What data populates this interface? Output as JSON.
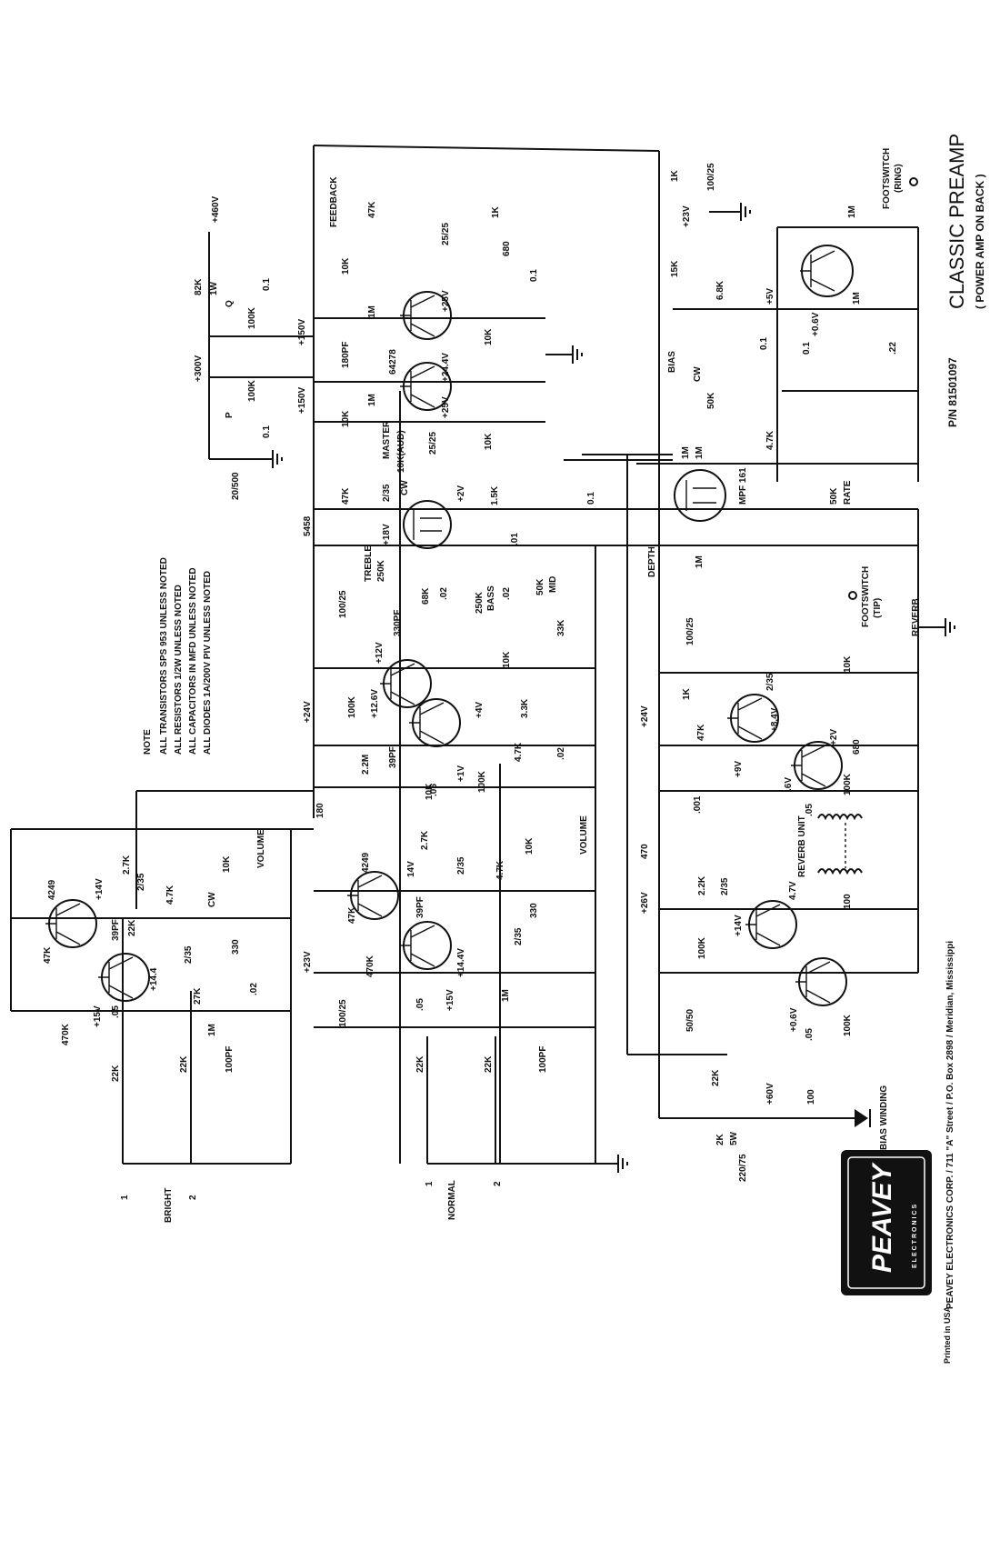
{
  "title_block": {
    "title": "CLASSIC PREAMP",
    "subtitle": "( POWER AMP ON BACK )",
    "part_number": "P/N 81501097",
    "company_line": "PEAVEY ELECTRONICS CORP. / 711 \"A\" Street / P.O. Box 2898 / Meridian, Mississippi",
    "printed": "Printed in USA"
  },
  "logo": {
    "brand": "PEAVEY",
    "sub": "ELECTRONICS"
  },
  "notes": {
    "heading": "NOTE",
    "lines": [
      "ALL TRANSISTORS SPS 953 UNLESS NOTED",
      "ALL RESISTORS 1/2W UNLESS NOTED",
      "ALL CAPACITORS IN MFD UNLESS NOTED",
      "ALL DIODES 1A/200V PIV UNLESS NOTED"
    ]
  },
  "supply_labels": {
    "v460": "+460V",
    "v300": "+300V",
    "v150a": "+150V",
    "v150b": "+150V",
    "r82k": "82K",
    "w1": "1W",
    "q": "Q",
    "p": "P",
    "r100k_a": "100K",
    "r100k_b": "100K",
    "c01_a": "0.1",
    "c01_b": "0.1",
    "c20_500": "20/500",
    "feedback": "FEEDBACK",
    "r47k_fb": "47K",
    "v24": "+24V",
    "v24b": "+24V",
    "v23": "+23V",
    "v26": "+26V",
    "v60": "+60V",
    "r180": "180",
    "r470": "470",
    "r2k": "2K",
    "w5": "5W",
    "r100": "100",
    "c220_75": "220/75",
    "bias_winding": "BIAS WINDING",
    "n5458": "5458"
  },
  "tube_section": {
    "r10k_a": "10K",
    "r10k_b": "10K",
    "r1m_a": "1M",
    "r1m_b": "1M",
    "c180pf": "180PF",
    "q64278": "64278",
    "v25a": "+25V",
    "v25b": "+25V",
    "v244": "+24.4V",
    "c25_25a": "25/25",
    "c25_25b": "25/25",
    "r1k": "1K",
    "r680": "680",
    "c01": "0.1",
    "r10k_c": "10K",
    "r10k_d": "10K",
    "master": "MASTER",
    "master_val": "10K(AUD)",
    "cw": "CW",
    "r47k": "47K",
    "c2_35": "2/35",
    "v2": "+2V",
    "r1_5k": "1.5K",
    "v18": "+18V",
    "c0_1b": "0.1",
    "c01c": ".01"
  },
  "tone_stack": {
    "treble": "TREBLE",
    "treble_val": "250K",
    "c330pf": "330PF",
    "r68k": "68K",
    "c02a": ".02",
    "bass_val": "250K",
    "bass": "BASS",
    "c02b": ".02",
    "mid_val": "50K",
    "mid": "MID",
    "r33k": "33K",
    "c100_25": "100/25",
    "v12": "+12V",
    "r10k": "10K",
    "r100k": "100K",
    "v12_6": "+12.6V",
    "v4": "+4V",
    "r3_3k": "3.3K",
    "r2_2m": "2.2M",
    "c39pf": "39PF",
    "r4_7k": "4.7K",
    "c02c": ".02",
    "v1": "+1V",
    "r100k_b": "100K",
    "c05": ".05"
  },
  "normal_channel": {
    "label": "NORMAL",
    "in1": "1",
    "in2": "2",
    "r22k_a": "22K",
    "r22k_b": "22K",
    "c100pf": "100PF",
    "r1m": "1M",
    "c05": ".05",
    "v15": "+15V",
    "r470k": "470K",
    "v14_4": "+14.4V",
    "r47k": "47K",
    "q4249": "4249",
    "c39pf": "39PF",
    "v14": "14V",
    "r2_7k": "2.7K",
    "c2_35a": "2/35",
    "c2_35b": "2/35",
    "r4_7k": "4.7K",
    "r330": "330",
    "volume": "VOLUME",
    "vol_val": "10K",
    "r10k": "10K",
    "c100_25": "100/25"
  },
  "bright_channel": {
    "label": "BRIGHT",
    "in1": "1",
    "in2": "2",
    "r22k_a": "22K",
    "r22k_b": "22K",
    "c100pf": "100PF",
    "r1m": "1M",
    "c05": ".05",
    "v15": "+15V",
    "r470k": "470K",
    "r27k": "27K",
    "v14_4": "+14.4",
    "c2_35": "2/35",
    "r330": "330",
    "c02": ".02",
    "r47k": "47K",
    "c39pf": "39PF",
    "r22k_c": "22K",
    "q4249": "4249",
    "v14": "+14V",
    "r2_7k": "2.7K",
    "c2_35b": "2/35",
    "r4_7k": "4.7K",
    "volume": "VOLUME",
    "vol_val": "10K",
    "cw": "CW"
  },
  "reverb_section": {
    "depth": "DEPTH",
    "r1m": "1M",
    "c100_25": "100/25",
    "r1k": "1K",
    "c2_35": "2/35",
    "v8_4": "+8.4V",
    "r10k": "10K",
    "reverb": "REVERB",
    "footswitch_tip": "FOOTSWITCH",
    "tip": "(TIP)",
    "r47k": "47K",
    "v2": "+2V",
    "r680": "680",
    "v9": "+9V",
    "v6": ".6V",
    "c001": ".001",
    "r100k": "100K",
    "c05": ".05",
    "reverb_unit": "REVERB UNIT",
    "r2_2k": "2.2K",
    "c2_35b": "2/35",
    "v4_7": "4.7V",
    "v14": "+14V",
    "r100k_b": "100K",
    "r100": "100",
    "c50_50": "50/50",
    "v0_6": "+0.6V",
    "r100k_c": "100K",
    "c05b": ".05",
    "r22k": "22K"
  },
  "vibrato_section": {
    "footswitch_ring": "FOOTSWITCH",
    "ring": "(RING)",
    "r1m": "1M",
    "r1k": "1K",
    "c100_25": "100/25",
    "v23": "+23V",
    "r15k": "15K",
    "r6_8k": "6.8K",
    "v5": "+5V",
    "r1m_b": "1M",
    "v0_6": "+0.6V",
    "c0_1": "0.1",
    "c0_1b": "0.1",
    "c22": ".22",
    "bias": "BIAS",
    "bias_val": "50K",
    "cw": "CW",
    "r1m_c": "1M",
    "r1m_d": "1M",
    "mpf": "MPF 161",
    "r4_7k": "4.7K",
    "rate_val": "50K",
    "rate": "RATE"
  }
}
